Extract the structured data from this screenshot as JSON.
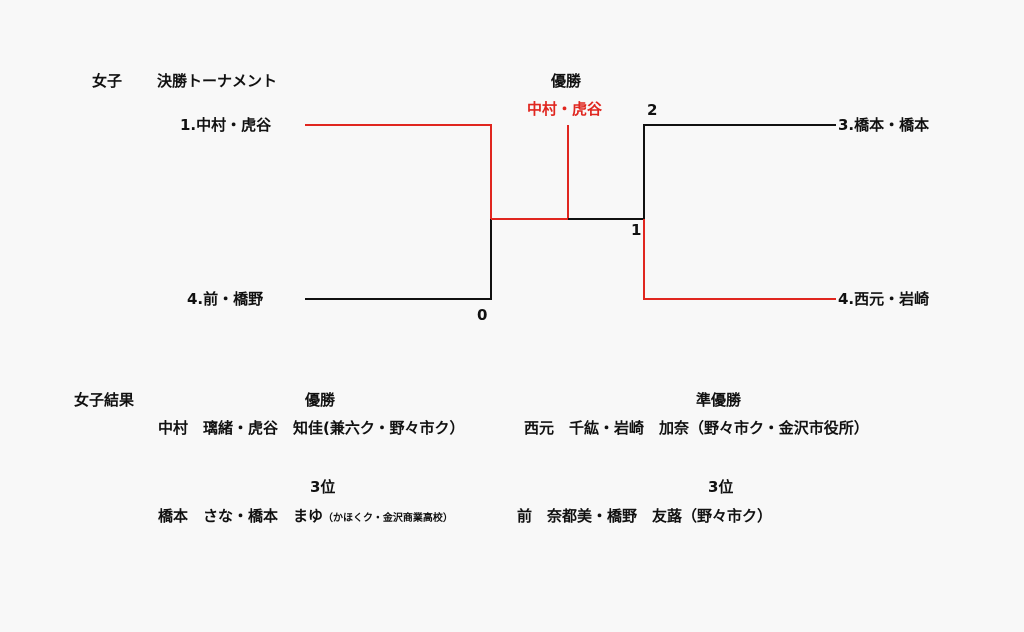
{
  "bracket": {
    "heading_left": "女子",
    "heading_right": "決勝トーナメント",
    "champion_label": "優勝",
    "champion_name": "中村・虎谷",
    "players": {
      "top_left": "1.中村・虎谷",
      "bottom_left": "4.前・橋野",
      "top_right": "3.橋本・橋本",
      "bottom_right": "4.西元・岩崎"
    },
    "scores": {
      "left_semifinal": "0",
      "right_semifinal_top": "2",
      "final": "1"
    },
    "colors": {
      "winner_line": "#e0261f",
      "line": "#111111"
    }
  },
  "results": {
    "heading": "女子結果",
    "first": {
      "label": "優勝",
      "names": "中村　璃緒・虎谷　知佳(兼六ク・野々市ク）"
    },
    "second": {
      "label": "準優勝",
      "names": "西元　千紘・岩崎　加奈（野々市ク・金沢市役所）"
    },
    "third_a": {
      "label": "3位",
      "names": "橋本　さな・橋本　まゆ",
      "affiliation": "（かほくク・金沢商業高校）"
    },
    "third_b": {
      "label": "3位",
      "names": "前　奈都美・橋野　友蕗（野々市ク）"
    }
  }
}
